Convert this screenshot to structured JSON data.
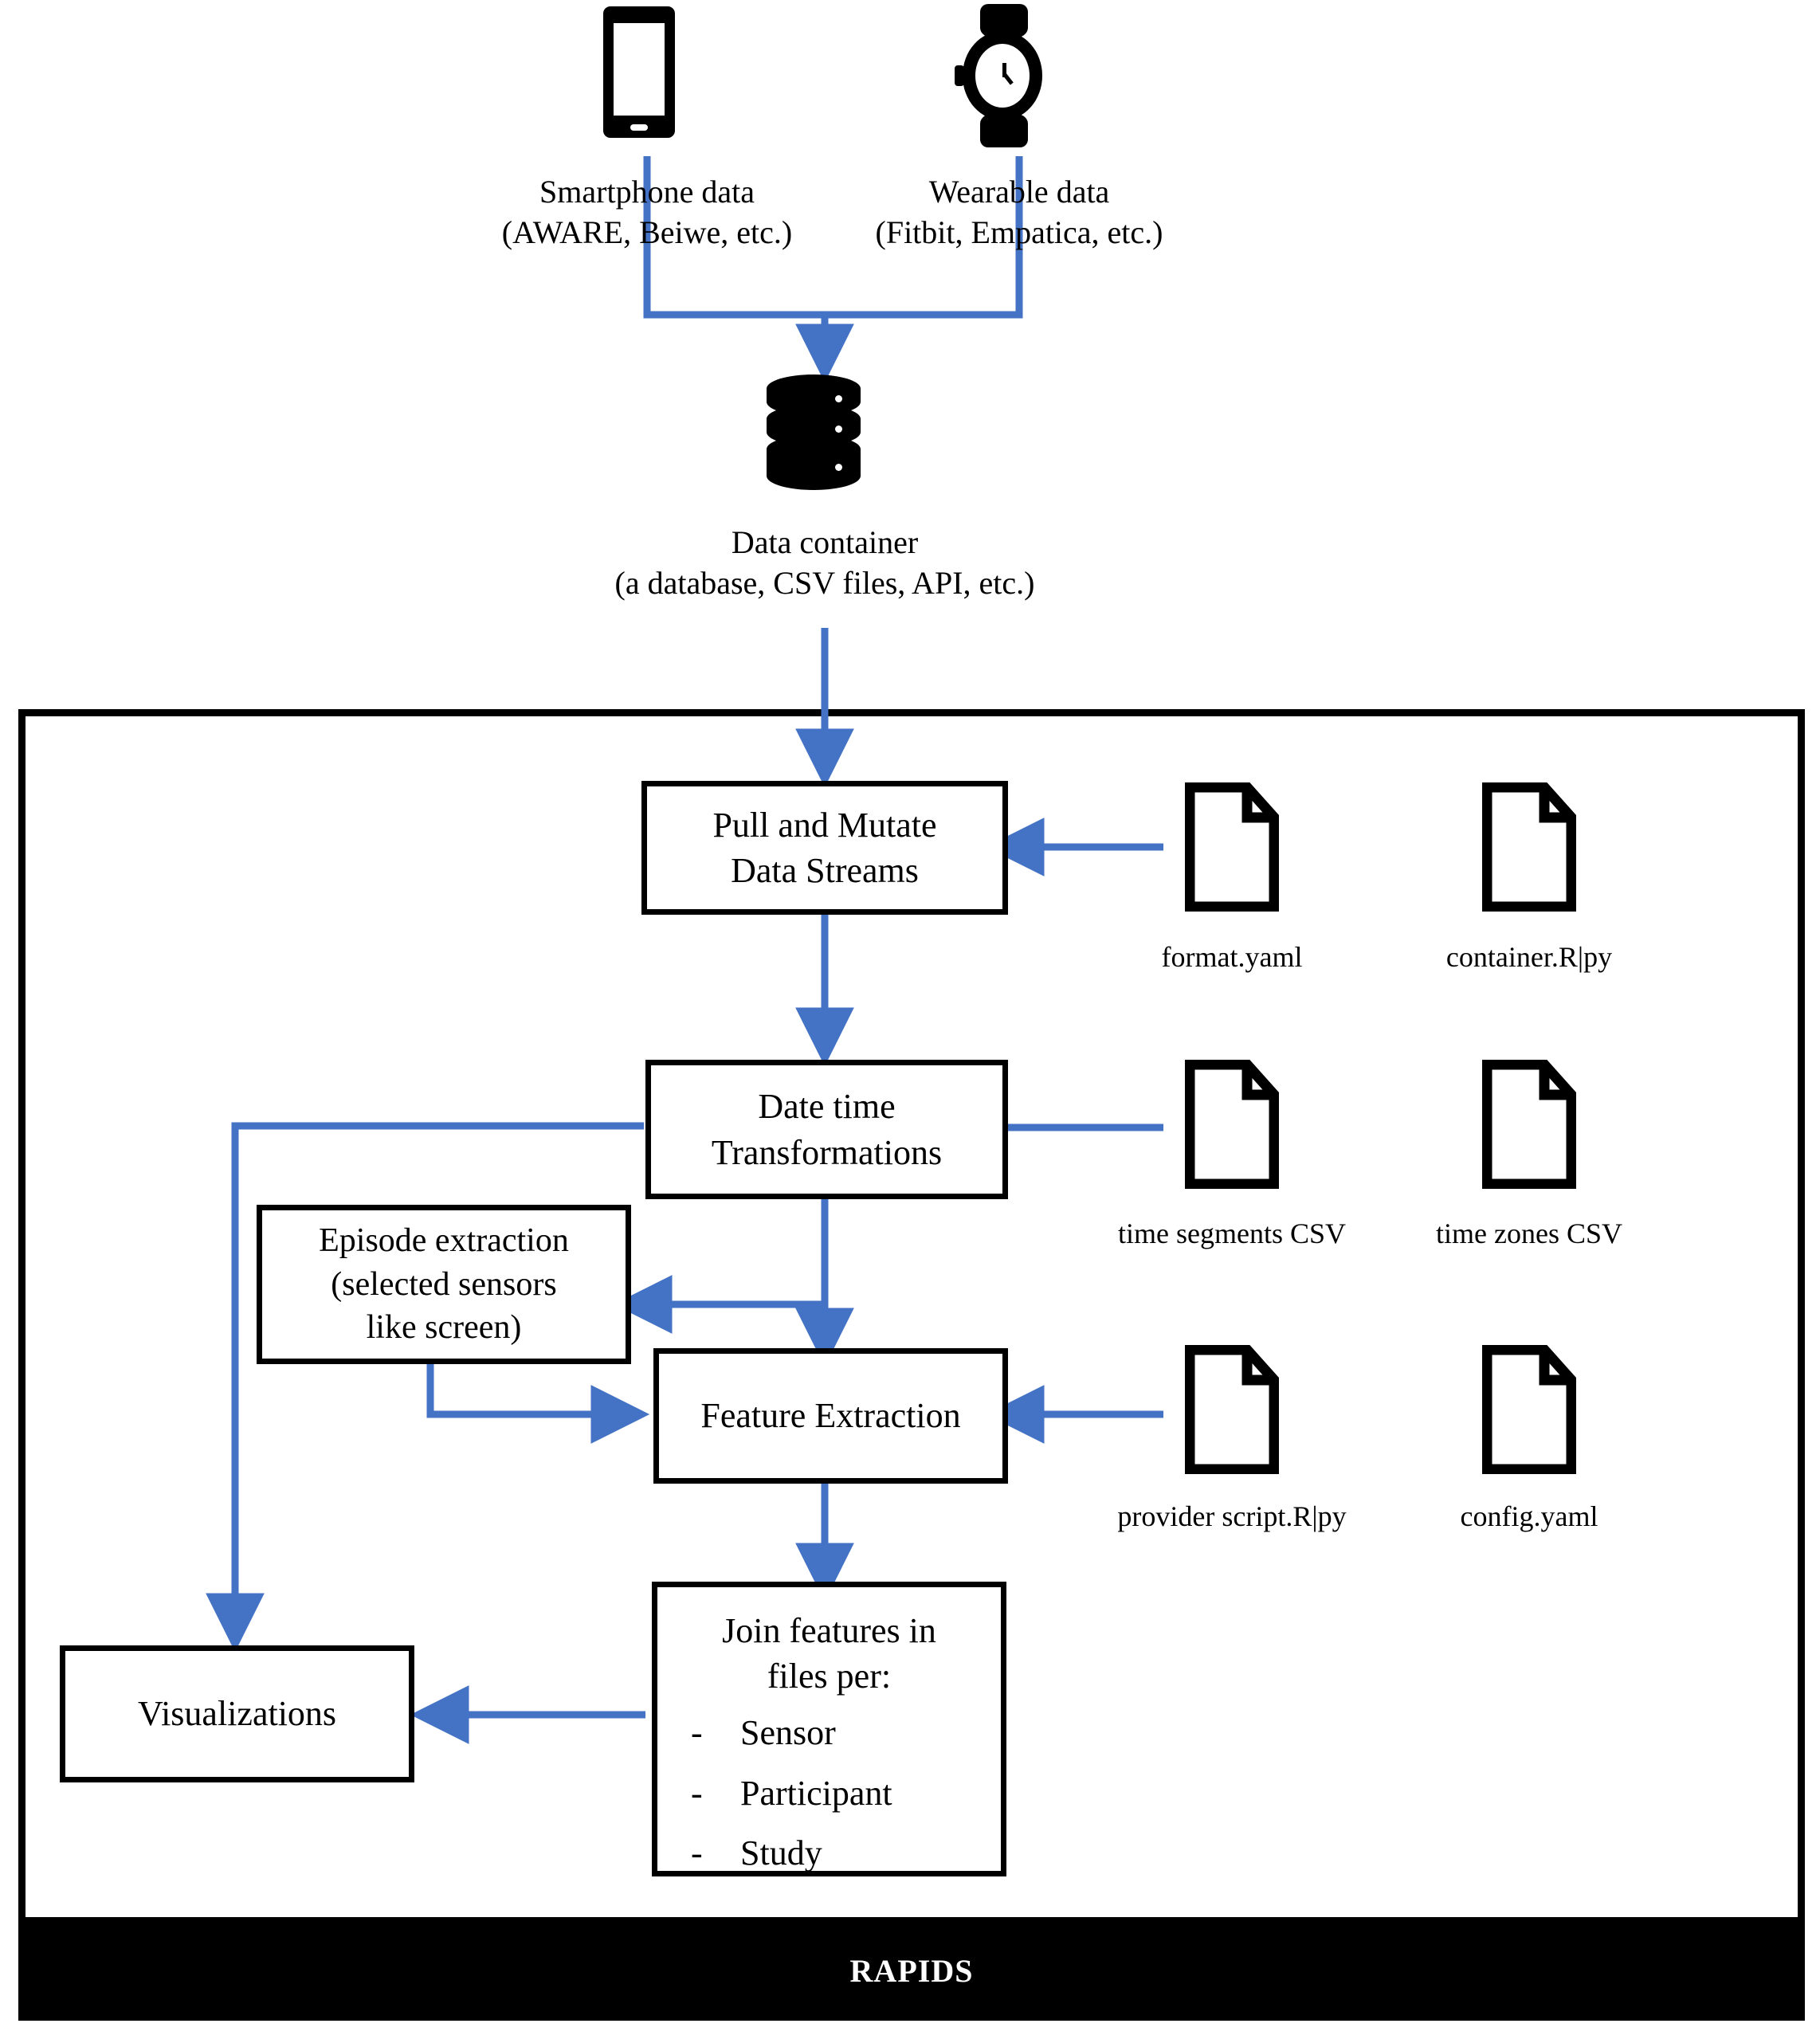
{
  "diagram": {
    "title": "RAPIDS data processing pipeline",
    "accent_color": "#4472C4",
    "frame_color": "#000000",
    "banner": {
      "label": "RAPIDS",
      "bg": "#000000",
      "fg": "#ffffff"
    }
  },
  "sources": [
    {
      "icon": "smartphone-icon",
      "line1": "Smartphone data",
      "line2": "(AWARE, Beiwe, etc.)"
    },
    {
      "icon": "watch-icon",
      "line1": "Wearable data",
      "line2": "(Fitbit, Empatica, etc.)"
    }
  ],
  "container": {
    "icon": "database-icon",
    "line1": "Data container",
    "line2": "(a database, CSV files, API, etc.)"
  },
  "processes": {
    "pull_mutate": {
      "line1": "Pull and Mutate",
      "line2": "Data Streams"
    },
    "datetime": {
      "line1": "Date time",
      "line2": "Transformations"
    },
    "episode": {
      "line1": "Episode extraction",
      "line2": "(selected sensors",
      "line3": "like screen)"
    },
    "feature": {
      "line1": "Feature Extraction"
    },
    "join": {
      "line1": "Join features in",
      "line2": "files per:",
      "bullets": [
        {
          "dash": "-",
          "text": "Sensor"
        },
        {
          "dash": "-",
          "text": "Participant"
        },
        {
          "dash": "-",
          "text": "Study"
        }
      ]
    },
    "viz": {
      "line1": "Visualizations"
    }
  },
  "files": [
    {
      "icon": "file-icon",
      "label": "format.yaml"
    },
    {
      "icon": "file-icon",
      "label": "container.R|py"
    },
    {
      "icon": "file-icon",
      "label": "time segments CSV"
    },
    {
      "icon": "file-icon",
      "label": "time zones CSV"
    },
    {
      "icon": "file-icon",
      "label": "provider script.R|py"
    },
    {
      "icon": "file-icon",
      "label": "config.yaml"
    }
  ]
}
